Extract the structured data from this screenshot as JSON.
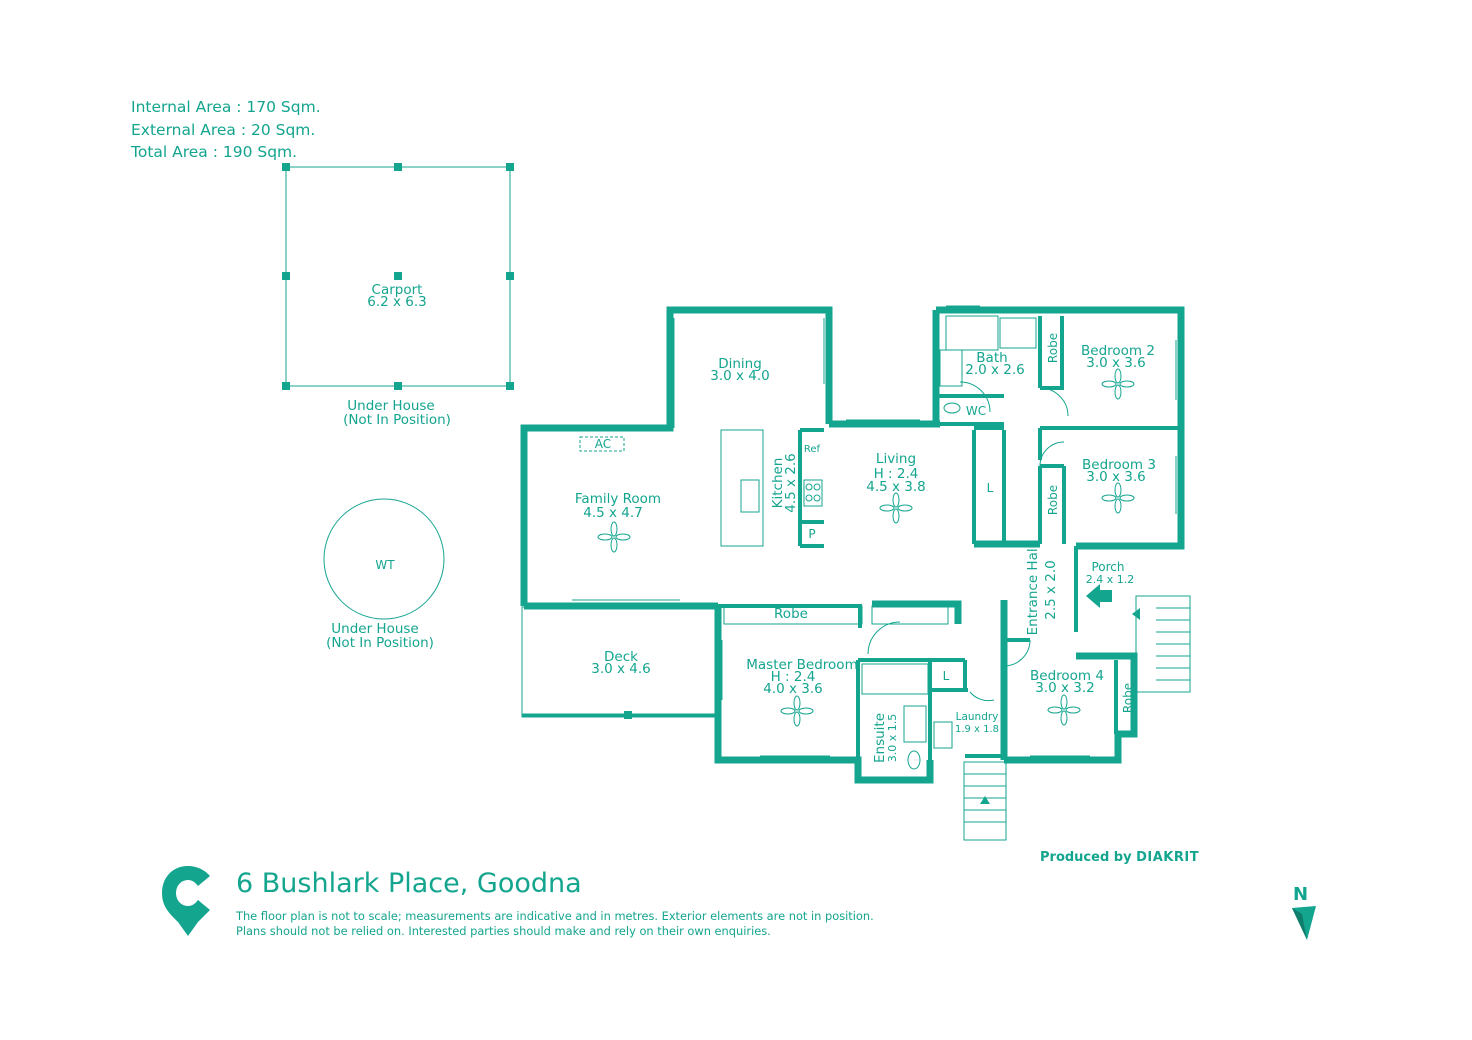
{
  "areas": {
    "internal": "Internal Area : 170 Sqm.",
    "external": "External Area : 20 Sqm.",
    "total": "Total Area : 190 Sqm."
  },
  "rooms": {
    "carport": {
      "name": "Carport",
      "dims": "6.2 x 6.3"
    },
    "under_house_1": {
      "line1": "Under House",
      "line2": "(Not In Position)"
    },
    "wt": {
      "name": "WT"
    },
    "under_house_2": {
      "line1": "Under House",
      "line2": "(Not In Position)"
    },
    "dining": {
      "name": "Dining",
      "dims": "3.0 x 4.0"
    },
    "family": {
      "name": "Family Room",
      "dims": "4.5 x 4.7"
    },
    "ac": {
      "name": "AC"
    },
    "kitchen": {
      "name": "Kitchen",
      "dims": "4.5 x 2.6"
    },
    "ref": {
      "name": "Ref"
    },
    "pantry": {
      "name": "P"
    },
    "living": {
      "name": "Living",
      "height": "H : 2.4",
      "dims": "4.5 x 3.8"
    },
    "linen1": {
      "name": "L"
    },
    "bath": {
      "name": "Bath",
      "dims": "2.0 x 2.6"
    },
    "wc": {
      "name": "WC"
    },
    "robe_b2": {
      "name": "Robe"
    },
    "bedroom2": {
      "name": "Bedroom 2",
      "dims": "3.0 x 3.6"
    },
    "bedroom3": {
      "name": "Bedroom 3",
      "dims": "3.0 x 3.6"
    },
    "robe_b3": {
      "name": "Robe"
    },
    "entrance": {
      "name": "Entrance Hall",
      "dims": "2.5 x 2.0"
    },
    "porch": {
      "name": "Porch",
      "dims": "2.4 x 1.2"
    },
    "deck": {
      "name": "Deck",
      "dims": "3.0 x 4.6"
    },
    "robe_master": {
      "name": "Robe"
    },
    "master": {
      "name": "Master Bedroom",
      "height": "H : 2.4",
      "dims": "4.0 x 3.6"
    },
    "ensuite": {
      "name": "Ensuite",
      "dims": "3.0 x 1.5"
    },
    "linen2": {
      "name": "L"
    },
    "laundry": {
      "name": "Laundry",
      "dims": "1.9 x 1.8"
    },
    "bedroom4": {
      "name": "Bedroom 4",
      "dims": "3.0 x 3.2"
    },
    "robe_b4": {
      "name": "Robe"
    }
  },
  "address": "6 Bushlark Place, Goodna",
  "disclaimer": {
    "line1": "The floor plan is not to scale; measurements are indicative and in metres. Exterior elements are not in position.",
    "line2": "Plans should not be relied on. Interested parties should make and rely on their own enquiries."
  },
  "credit": {
    "prefix": "Produced by",
    "brand": "DIAKRIT"
  },
  "compass": {
    "label": "N"
  },
  "colors": {
    "accent": "#14a58f",
    "background": "#ffffff"
  }
}
